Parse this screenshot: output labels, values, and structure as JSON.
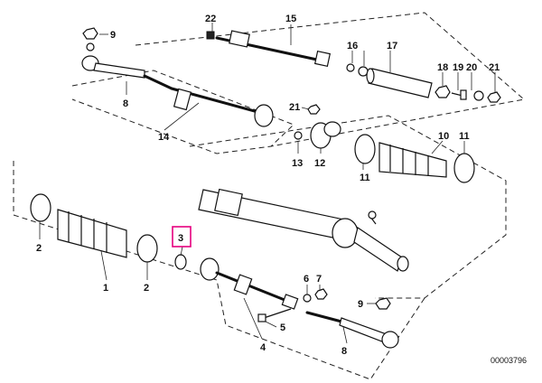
{
  "diagram": {
    "reference": "00003796",
    "highlight_color": "#e6007e",
    "highlighted_part": "3",
    "callouts": {
      "p1": "1",
      "p2a": "2",
      "p2b": "2",
      "p3": "3",
      "p4": "4",
      "p5": "5",
      "p6": "6",
      "p7": "7",
      "p8a": "8",
      "p8b": "8",
      "p9a": "9",
      "p9b": "9",
      "p10": "10",
      "p11a": "11",
      "p11b": "11",
      "p12": "12",
      "p13": "13",
      "p14": "14",
      "p15": "15",
      "p16": "16",
      "p17": "17",
      "p18": "18",
      "p19": "19",
      "p20": "20",
      "p21a": "21",
      "p21b": "21",
      "p22": "22"
    }
  }
}
